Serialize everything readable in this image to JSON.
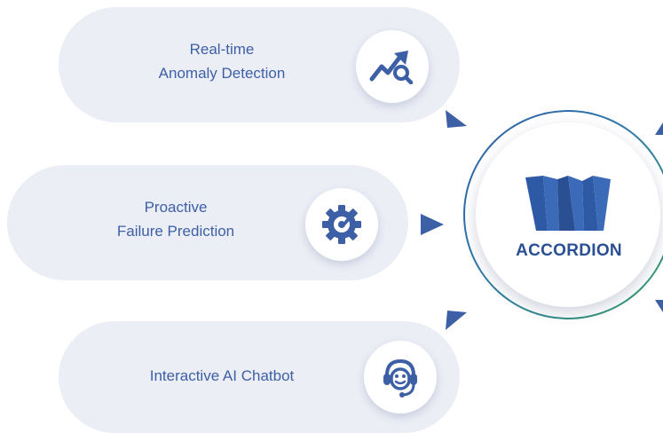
{
  "features": [
    {
      "line1": "Real-time",
      "line2": "Anomaly Detection",
      "icon": "chart-search-icon"
    },
    {
      "line1": "Proactive",
      "line2": "Failure Prediction",
      "icon": "gear-wrench-icon"
    },
    {
      "line1": "Interactive AI Chatbot",
      "icon": "headset-bot-icon"
    }
  ],
  "hub": {
    "brand": "ACCORDION",
    "logo": "accordion-logo"
  },
  "colors": {
    "primary": "#3d5fa6",
    "pill_background": "#eceef6",
    "ring_blue": "#2d5ea8",
    "ring_green": "#3aa066",
    "brand_text": "#2a4f93"
  }
}
